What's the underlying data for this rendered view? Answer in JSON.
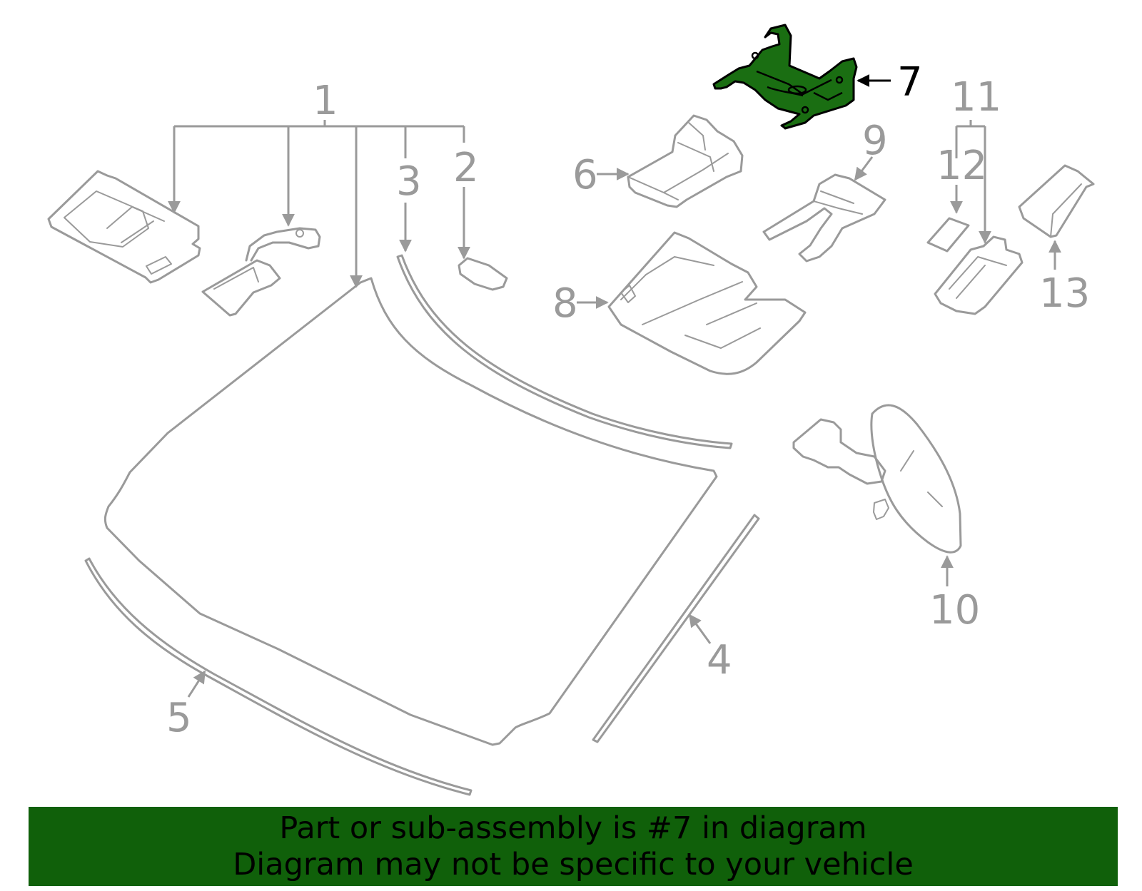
{
  "diagram": {
    "highlighted_part": "7",
    "callouts": [
      "1",
      "2",
      "3",
      "4",
      "5",
      "6",
      "7",
      "8",
      "9",
      "10",
      "11",
      "12",
      "13"
    ]
  },
  "colors": {
    "banner_background": "#10600a",
    "highlight_fill": "#1a6e12",
    "line_gray": "#9a9a9a"
  },
  "banner": {
    "line1": "Part or sub-assembly is #7 in diagram",
    "line2": "Diagram may not be specific to your vehicle"
  }
}
